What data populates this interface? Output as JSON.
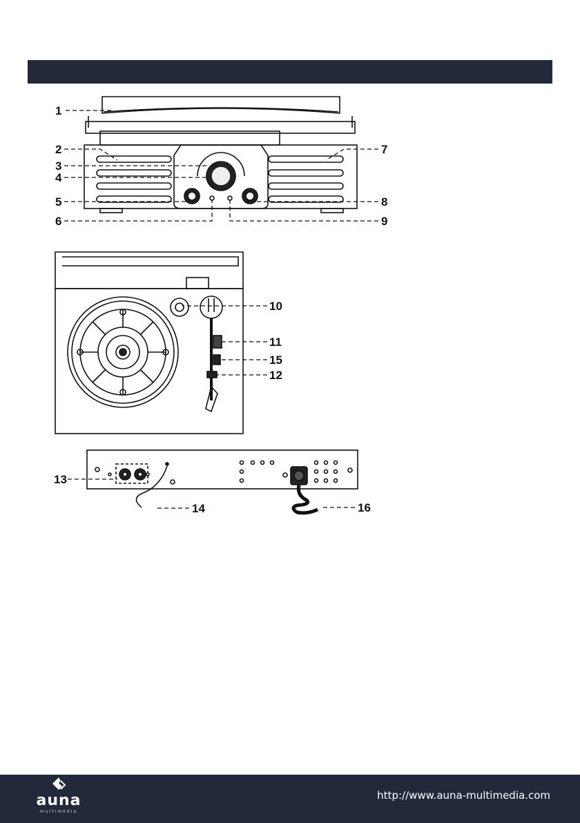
{
  "header": {
    "title": ""
  },
  "diagram": {
    "callouts": [
      "1",
      "2",
      "3",
      "4",
      "5",
      "6",
      "7",
      "8",
      "9",
      "10",
      "11",
      "15",
      "12",
      "13",
      "14",
      "16"
    ]
  },
  "footer": {
    "logo_text": "auna",
    "logo_sub": "multimedia",
    "url": "http://www.auna-multimedia.com"
  },
  "colors": {
    "bar": "#22293a",
    "text": "#ffffff"
  }
}
